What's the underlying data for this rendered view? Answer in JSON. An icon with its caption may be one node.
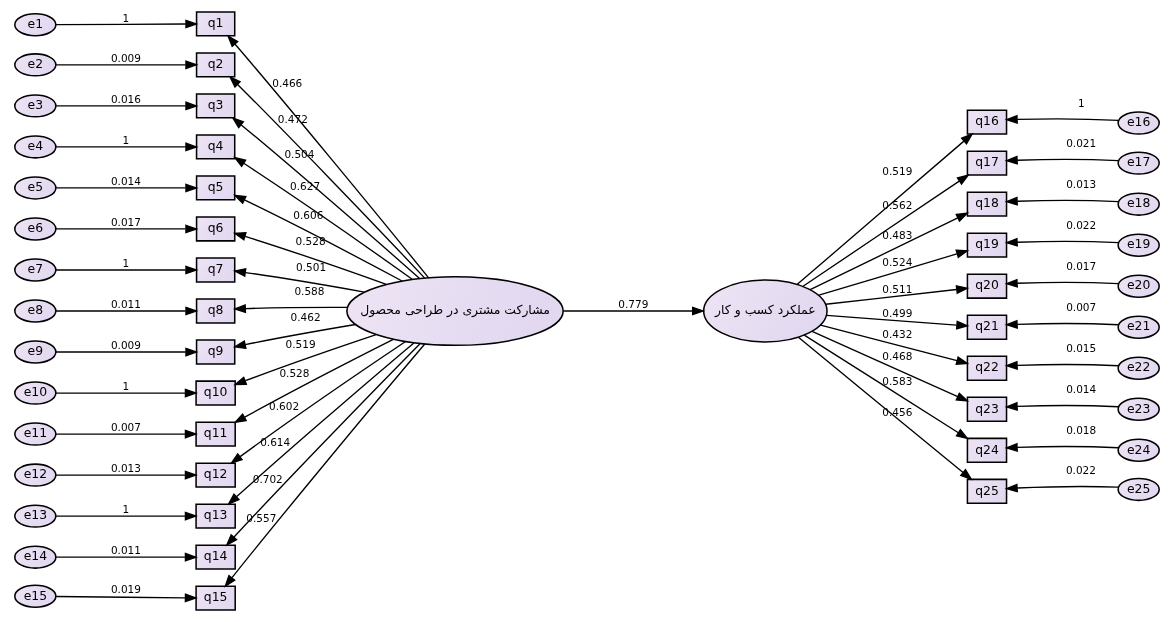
{
  "diagram": {
    "nodes": [
      {
        "text": [
          "e1"
        ]
      },
      {
        "text": [
          "e2"
        ]
      },
      {
        "text": [
          "e3"
        ]
      },
      {
        "text": [
          "e4"
        ]
      },
      {
        "text": [
          "e5"
        ]
      },
      {
        "text": [
          "e6"
        ]
      },
      {
        "text": [
          "e7"
        ]
      },
      {
        "text": [
          "e8"
        ]
      },
      {
        "text": [
          "e9"
        ]
      },
      {
        "text": [
          "e10"
        ]
      },
      {
        "text": [
          "e11"
        ]
      },
      {
        "text": [
          "e12"
        ]
      },
      {
        "text": [
          "e13"
        ]
      },
      {
        "text": [
          "e14"
        ]
      },
      {
        "text": [
          "e15"
        ]
      },
      {
        "text": [
          "q1"
        ]
      },
      {
        "text": [
          "q2"
        ]
      },
      {
        "text": [
          "q3"
        ]
      },
      {
        "text": [
          "q4"
        ]
      },
      {
        "text": [
          "q5"
        ]
      },
      {
        "text": [
          "q6"
        ]
      },
      {
        "text": [
          "q7"
        ]
      },
      {
        "text": [
          "q8"
        ]
      },
      {
        "text": [
          "q9"
        ]
      },
      {
        "text": [
          "q10"
        ]
      },
      {
        "text": [
          "q11"
        ]
      },
      {
        "text": [
          "q12"
        ]
      },
      {
        "text": [
          "q13"
        ]
      },
      {
        "text": [
          "q14"
        ]
      },
      {
        "text": [
          "q15"
        ]
      },
      {
        "text": [
          "مشارکت مشتری در طراحی محصول"
        ]
      },
      {
        "text": [
          "عملکرد کسب و کار"
        ]
      },
      {
        "text": [
          "q16"
        ]
      },
      {
        "text": [
          "q17"
        ]
      },
      {
        "text": [
          "q18"
        ]
      },
      {
        "text": [
          "q19"
        ]
      },
      {
        "text": [
          "q20"
        ]
      },
      {
        "text": [
          "q21"
        ]
      },
      {
        "text": [
          "q22"
        ]
      },
      {
        "text": [
          "q23"
        ]
      },
      {
        "text": [
          "q24"
        ]
      },
      {
        "text": [
          "q25"
        ]
      },
      {
        "text": [
          "e16"
        ]
      },
      {
        "text": [
          "e17"
        ]
      },
      {
        "text": [
          "e18"
        ]
      },
      {
        "text": [
          "e19"
        ]
      },
      {
        "text": [
          "e20"
        ]
      },
      {
        "text": [
          "e21"
        ]
      },
      {
        "text": [
          "e22"
        ]
      },
      {
        "text": [
          "e23"
        ]
      },
      {
        "text": [
          "e24"
        ]
      },
      {
        "text": [
          "e25"
        ]
      }
    ],
    "edges": [
      {
        "from": 0,
        "to": 15,
        "arrow": "to",
        "label": "1"
      },
      {
        "from": 1,
        "to": 16,
        "arrow": "to",
        "label": "0.009"
      },
      {
        "from": 2,
        "to": 17,
        "arrow": "to",
        "label": "0.016"
      },
      {
        "from": 3,
        "to": 18,
        "arrow": "to",
        "label": "1"
      },
      {
        "from": 4,
        "to": 19,
        "arrow": "to",
        "label": "0.014"
      },
      {
        "from": 5,
        "to": 20,
        "arrow": "to",
        "label": "0.017"
      },
      {
        "from": 6,
        "to": 21,
        "arrow": "to",
        "label": "1"
      },
      {
        "from": 7,
        "to": 22,
        "arrow": "to",
        "label": "0.011"
      },
      {
        "from": 8,
        "to": 23,
        "arrow": "to",
        "label": "0.009"
      },
      {
        "from": 9,
        "to": 24,
        "arrow": "to",
        "label": "1"
      },
      {
        "from": 10,
        "to": 25,
        "arrow": "to",
        "label": "0.007"
      },
      {
        "from": 11,
        "to": 26,
        "arrow": "to",
        "label": "0.013"
      },
      {
        "from": 12,
        "to": 27,
        "arrow": "to",
        "label": "1"
      },
      {
        "from": 13,
        "to": 28,
        "arrow": "to",
        "label": "0.011"
      },
      {
        "from": 14,
        "to": 29,
        "arrow": "to",
        "label": "0.019"
      },
      {
        "from": 30,
        "to": 15,
        "arrow": "to",
        "label": "0.466"
      },
      {
        "from": 30,
        "to": 16,
        "arrow": "to",
        "label": "0.472"
      },
      {
        "from": 30,
        "to": 17,
        "arrow": "to",
        "label": "0.504"
      },
      {
        "from": 30,
        "to": 18,
        "arrow": "to",
        "label": "0.627"
      },
      {
        "from": 30,
        "to": 19,
        "arrow": "to",
        "label": "0.606"
      },
      {
        "from": 30,
        "to": 20,
        "arrow": "to",
        "label": "0.528"
      },
      {
        "from": 30,
        "to": 21,
        "arrow": "to",
        "label": "0.501"
      },
      {
        "from": 30,
        "to": 22,
        "arrow": "to",
        "label": "0.588"
      },
      {
        "from": 30,
        "to": 23,
        "arrow": "to",
        "label": "0.462"
      },
      {
        "from": 30,
        "to": 24,
        "arrow": "to",
        "label": "0.519"
      },
      {
        "from": 30,
        "to": 25,
        "arrow": "to",
        "label": "0.528"
      },
      {
        "from": 30,
        "to": 26,
        "arrow": "to",
        "label": "0.602"
      },
      {
        "from": 30,
        "to": 27,
        "arrow": "to",
        "label": "0.614"
      },
      {
        "from": 30,
        "to": 28,
        "arrow": "to",
        "label": "0.702"
      },
      {
        "from": 30,
        "to": 29,
        "arrow": "to",
        "label": "0.557"
      },
      {
        "from": 30,
        "to": 31,
        "arrow": "to",
        "label": "0.779"
      },
      {
        "from": 31,
        "to": 32,
        "arrow": "to",
        "label": "0.519"
      },
      {
        "from": 31,
        "to": 33,
        "arrow": "to",
        "label": "0.562"
      },
      {
        "from": 31,
        "to": 34,
        "arrow": "to",
        "label": "0.483"
      },
      {
        "from": 31,
        "to": 35,
        "arrow": "to",
        "label": "0.524"
      },
      {
        "from": 31,
        "to": 36,
        "arrow": "to",
        "label": "0.511"
      },
      {
        "from": 31,
        "to": 37,
        "arrow": "to",
        "label": "0.499"
      },
      {
        "from": 31,
        "to": 38,
        "arrow": "to",
        "label": "0.432"
      },
      {
        "from": 31,
        "to": 39,
        "arrow": "to",
        "label": "0.468"
      },
      {
        "from": 31,
        "to": 40,
        "arrow": "to",
        "label": "0.583"
      },
      {
        "from": 31,
        "to": 41,
        "arrow": "to",
        "label": "0.456"
      },
      {
        "from": 42,
        "to": 32,
        "arrow": "to",
        "label": "1"
      },
      {
        "from": 43,
        "to": 33,
        "arrow": "to",
        "label": "0.021"
      },
      {
        "from": 44,
        "to": 34,
        "arrow": "to",
        "label": "0.013"
      },
      {
        "from": 45,
        "to": 35,
        "arrow": "to",
        "label": "0.022"
      },
      {
        "from": 46,
        "to": 36,
        "arrow": "to",
        "label": "0.017"
      },
      {
        "from": 47,
        "to": 37,
        "arrow": "to",
        "label": "0.007"
      },
      {
        "from": 48,
        "to": 38,
        "arrow": "to",
        "label": "0.015"
      },
      {
        "from": 49,
        "to": 39,
        "arrow": "to",
        "label": "0.014"
      },
      {
        "from": 50,
        "to": 40,
        "arrow": "to",
        "label": "0.018"
      },
      {
        "from": 51,
        "to": 41,
        "arrow": "to",
        "label": "0.022"
      }
    ]
  }
}
